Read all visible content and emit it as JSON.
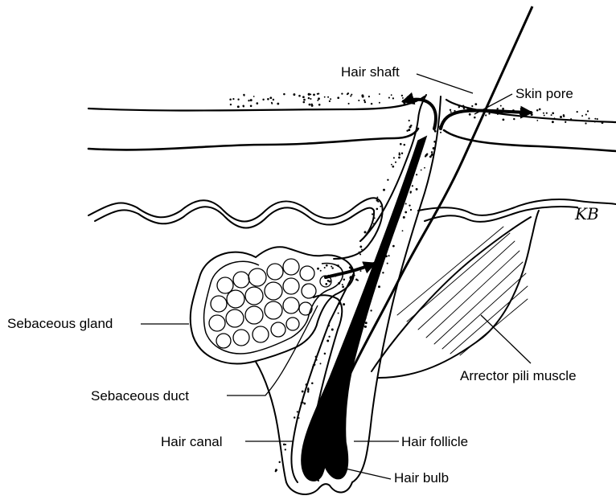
{
  "labels": {
    "hair_shaft": "Hair shaft",
    "skin_pore": "Skin pore",
    "sebaceous_gland": "Sebaceous gland",
    "arrector_pili_muscle": "Arrector pili muscle",
    "sebaceous_duct": "Sebaceous duct",
    "hair_canal": "Hair canal",
    "hair_follicle": "Hair follicle",
    "hair_bulb": "Hair bulb"
  },
  "signature": "KB",
  "colors": {
    "ink": "#000000",
    "paper": "#ffffff"
  }
}
